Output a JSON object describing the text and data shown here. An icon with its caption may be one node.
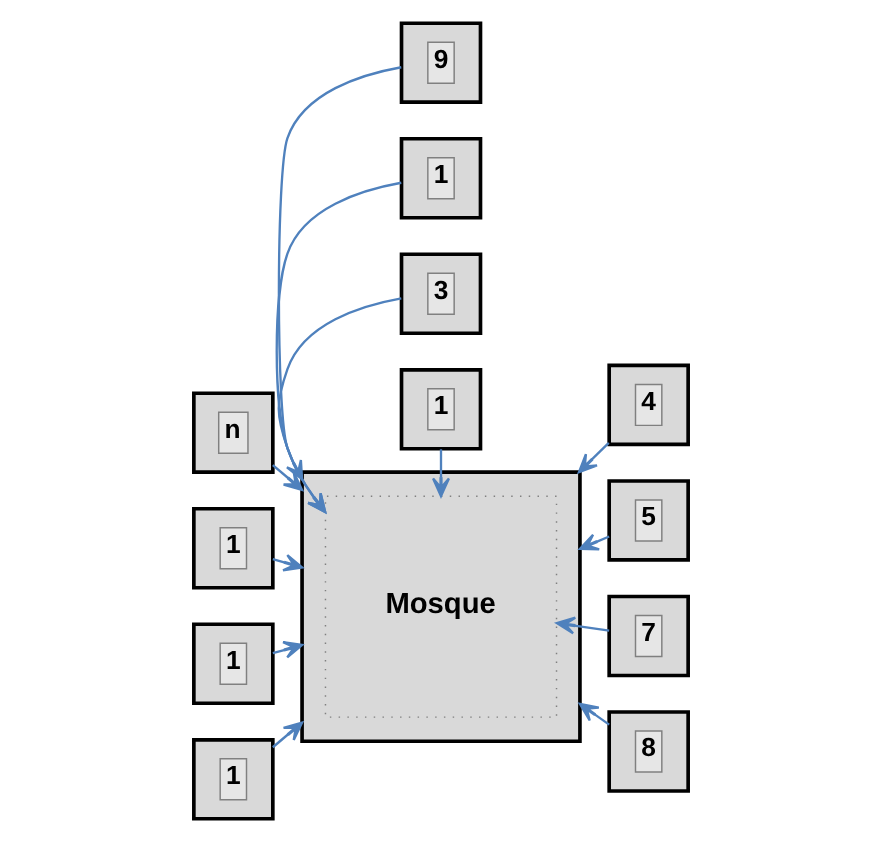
{
  "diagram": {
    "nodes": [
      {
        "text": [],
        "shape": "box"
      },
      {
        "text": [
          "Mosque"
        ],
        "in": 0
      },
      {
        "text": [
          "n"
        ]
      },
      {
        "text": [
          "1"
        ]
      },
      {
        "text": [
          "3"
        ]
      },
      {
        "text": [
          "4"
        ]
      },
      {
        "text": [
          "1"
        ]
      },
      {
        "text": [
          "5"
        ]
      },
      {
        "text": [
          "1"
        ]
      },
      {
        "text": [
          "7"
        ]
      },
      {
        "text": [
          "1"
        ]
      },
      {
        "text": [
          "1"
        ]
      },
      {
        "text": [
          "9"
        ]
      },
      {
        "text": [
          "8"
        ]
      }
    ],
    "edges": [
      {
        "from": 2,
        "to": 0,
        "arrow": "to"
      },
      {
        "from": 3,
        "to": 1,
        "arrow": "to"
      },
      {
        "from": 4,
        "to": 1,
        "arrow": "to"
      },
      {
        "from": 5,
        "to": 0,
        "arrow": "to"
      },
      {
        "from": 6,
        "to": 0,
        "arrow": "to"
      },
      {
        "from": 7,
        "to": 0,
        "arrow": "to"
      },
      {
        "from": 8,
        "to": 0,
        "arrow": "to"
      },
      {
        "from": 9,
        "to": 1,
        "arrow": "to"
      },
      {
        "from": 10,
        "to": 0,
        "arrow": "to"
      },
      {
        "from": 11,
        "to": 0,
        "arrow": "to"
      },
      {
        "from": 12,
        "to": 1,
        "arrow": "to"
      },
      {
        "from": 13,
        "to": 0,
        "arrow": "to"
      }
    ]
  }
}
